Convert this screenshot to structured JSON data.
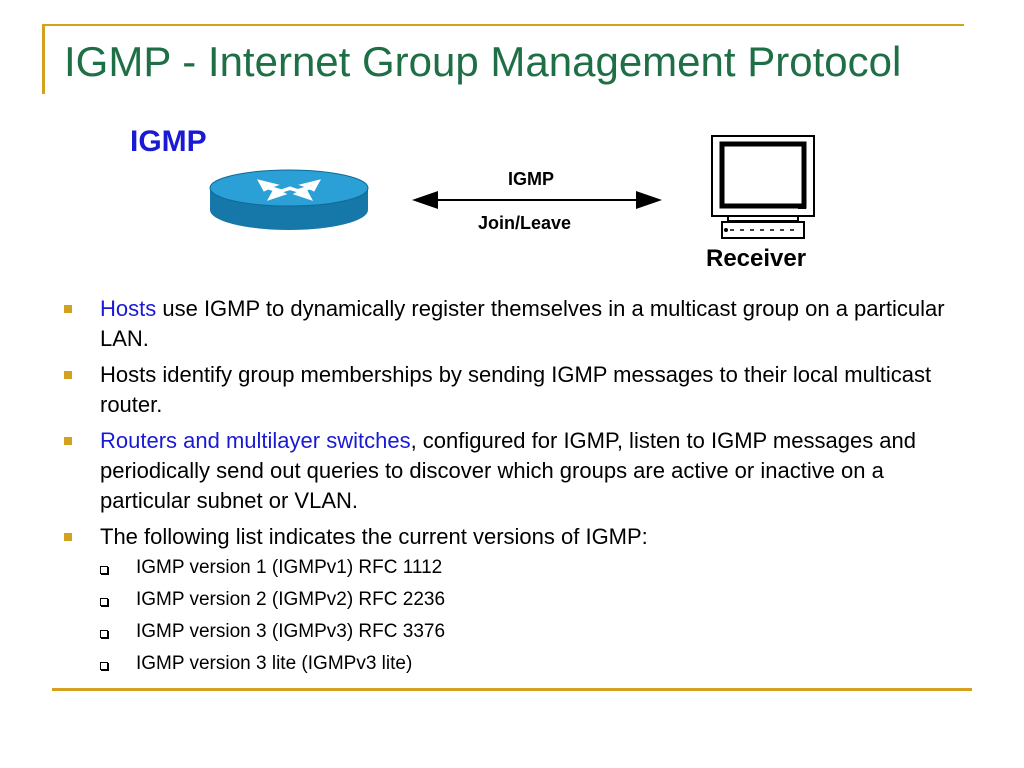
{
  "title": "IGMP - Internet Group Management Protocol",
  "diagram": {
    "label": "IGMP",
    "arrow_top_label": "IGMP",
    "arrow_bottom_label": "Join/Leave",
    "receiver_label": "Receiver"
  },
  "bullets": [
    {
      "highlight": "Hosts",
      "text": " use IGMP to dynamically register themselves in a multicast group on a particular LAN."
    },
    {
      "highlight": "",
      "text": "Hosts identify group memberships by sending IGMP messages to their local multicast router."
    },
    {
      "highlight": "Routers and multilayer switches",
      "text": ", configured for IGMP, listen to IGMP messages and periodically send out queries to discover which groups are active or inactive on a particular subnet or VLAN."
    },
    {
      "highlight": "",
      "text": "The following list indicates the current versions of IGMP:"
    }
  ],
  "versions": [
    "IGMP version 1 (IGMPv1) RFC 1112",
    "IGMP version 2 (IGMPv2) RFC 2236",
    "IGMP version 3 (IGMPv3) RFC 3376",
    "IGMP version 3 lite (IGMPv3 lite)"
  ],
  "colors": {
    "title": "#1e6e46",
    "accent": "#d4a020",
    "highlight": "#1a1ad4",
    "router": "#1a8fc4"
  },
  "icons": [
    "router-icon",
    "computer-icon",
    "double-arrow-icon",
    "square-bullet-icon",
    "checkbox-bullet-icon"
  ]
}
